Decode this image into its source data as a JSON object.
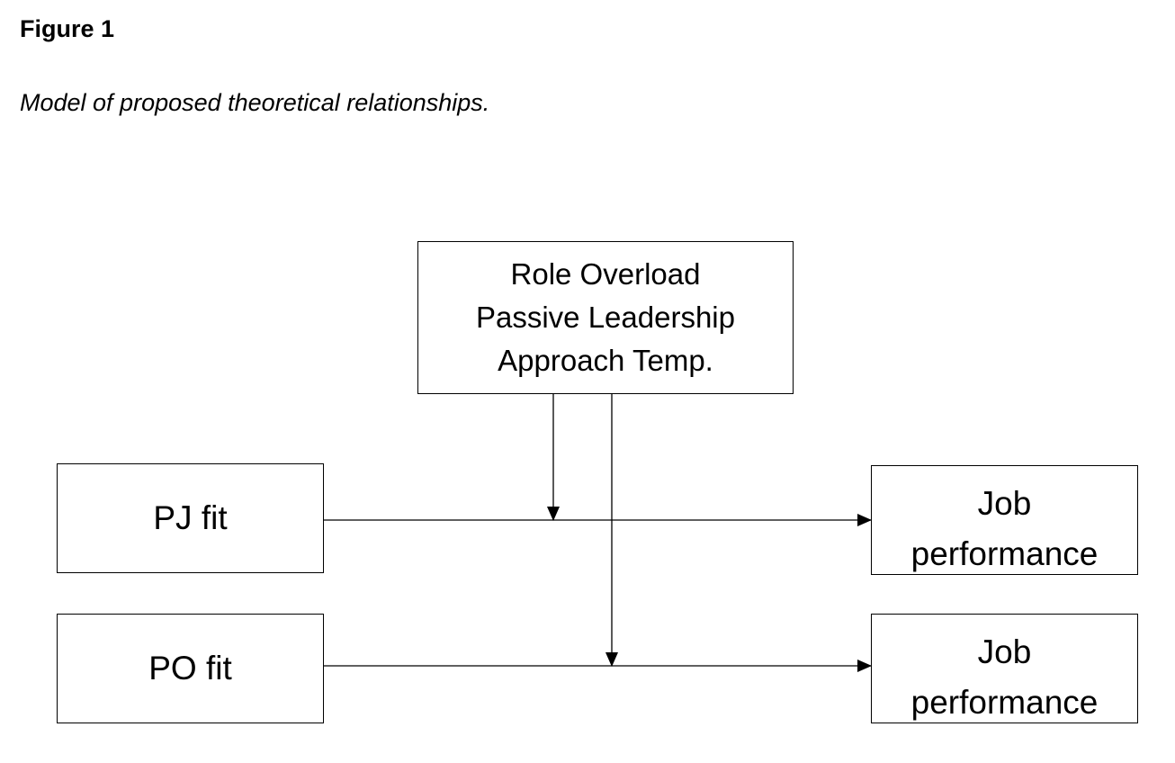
{
  "figure": {
    "label": "Figure 1",
    "caption": "Model of proposed theoretical relationships."
  },
  "moderators": {
    "lines": [
      "Role Overload",
      "Passive Leadership",
      "Approach Temp."
    ]
  },
  "predictors": {
    "pj_fit": "PJ fit",
    "po_fit": "PO fit"
  },
  "outcomes": {
    "outcome_1": {
      "line1": "Job",
      "line2": "performance"
    },
    "outcome_2": {
      "line1": "Job",
      "line2": "performance"
    }
  }
}
